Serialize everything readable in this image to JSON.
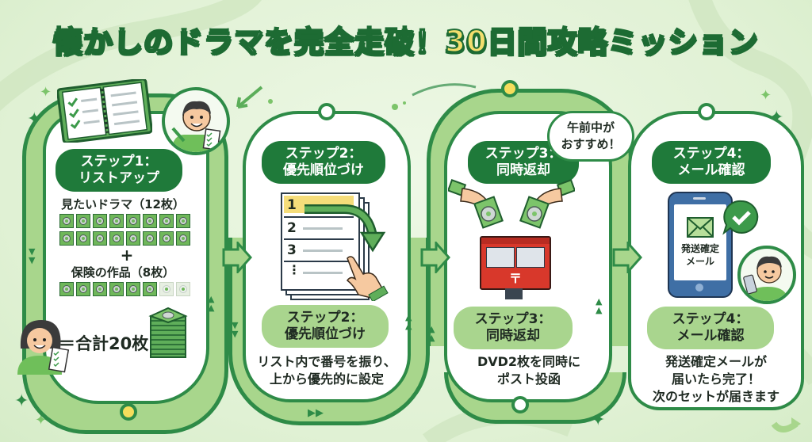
{
  "title": {
    "part1": "懐かしのドラマを完全走破！",
    "part2": "30日間攻略ミッション"
  },
  "colors": {
    "background": "#e0f1d4",
    "accent_dark_green": "#1f7a3a",
    "track_green": "#a8d68c",
    "border_green": "#2e8b47",
    "title_yellow": "#f3de6d",
    "postbox_red": "#d8382b"
  },
  "steps": [
    {
      "header": "ステップ1：\nリストアップ",
      "header_line1": "ステップ1：",
      "header_line2": "リストアップ",
      "illustration": "notebook-checklist-icon",
      "want_label": "見たいドラマ（12枚）",
      "plus": "+",
      "backup_label": "保険の作品（8枚）",
      "total_label": "＝合計20枚",
      "want_dvd_count": 16,
      "backup_dvd_filled": 6,
      "backup_dvd_faded": 2
    },
    {
      "header_line1": "ステップ2：",
      "header_line2": "優先順位づけ",
      "illustration": "ranked-list-icon",
      "list_items": [
        "1",
        "2",
        "3",
        "⋮"
      ],
      "footer_line1": "ステップ2：",
      "footer_line2": "優先順位づけ",
      "desc_line1": "リスト内で番号を振り、",
      "desc_line2": "上から優先的に設定"
    },
    {
      "header_line1": "ステップ3：",
      "header_line2": "同時返却",
      "illustration": "postbox-icon",
      "postmark": "〒",
      "bubble_line1": "午前中が",
      "bubble_line2": "おすすめ！",
      "footer_line1": "ステップ3：",
      "footer_line2": "同時返却",
      "desc_line1": "DVD2枚を同時に",
      "desc_line2": "ポスト投函"
    },
    {
      "header_line1": "ステップ4：",
      "header_line2": "メール確認",
      "illustration": "smartphone-mail-icon",
      "phone_text_line1": "発送確定",
      "phone_text_line2": "メール",
      "footer_line1": "ステップ4：",
      "footer_line2": "メール確認",
      "desc_line1": "発送確定メールが",
      "desc_line2": "届いたら完了！",
      "desc_line3": "次のセットが届きます"
    }
  ],
  "decor": {
    "up_arrows": "▲\n▲",
    "down_arrows": "▼\n▼",
    "right_arrows": "▶▶",
    "sparkle": "✦"
  }
}
